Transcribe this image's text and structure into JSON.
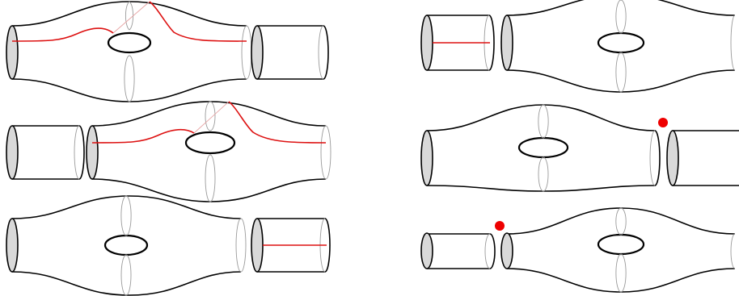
{
  "figure": {
    "panels": [
      {
        "id": "left-top",
        "curve": true,
        "tube": "right",
        "tube_line": false,
        "marker": false
      },
      {
        "id": "left-middle",
        "curve": true,
        "tube": "left",
        "tube_line": false,
        "marker": false
      },
      {
        "id": "left-bottom",
        "curve": false,
        "tube": "right",
        "tube_line": true,
        "marker": false
      },
      {
        "id": "right-top",
        "curve": false,
        "tube": "left",
        "tube_line": true,
        "marker": false
      },
      {
        "id": "right-middle",
        "curve": false,
        "tube": "right",
        "tube_line": false,
        "marker": true
      },
      {
        "id": "right-bottom",
        "curve": false,
        "tube": "left",
        "tube_line": false,
        "marker": true
      }
    ],
    "colors": {
      "outline": "#000000",
      "curve": "#dd1111",
      "marker": "#ee0000",
      "cap_fill": "#d9d9d9",
      "hidden_line": "#9a9a9a"
    }
  }
}
